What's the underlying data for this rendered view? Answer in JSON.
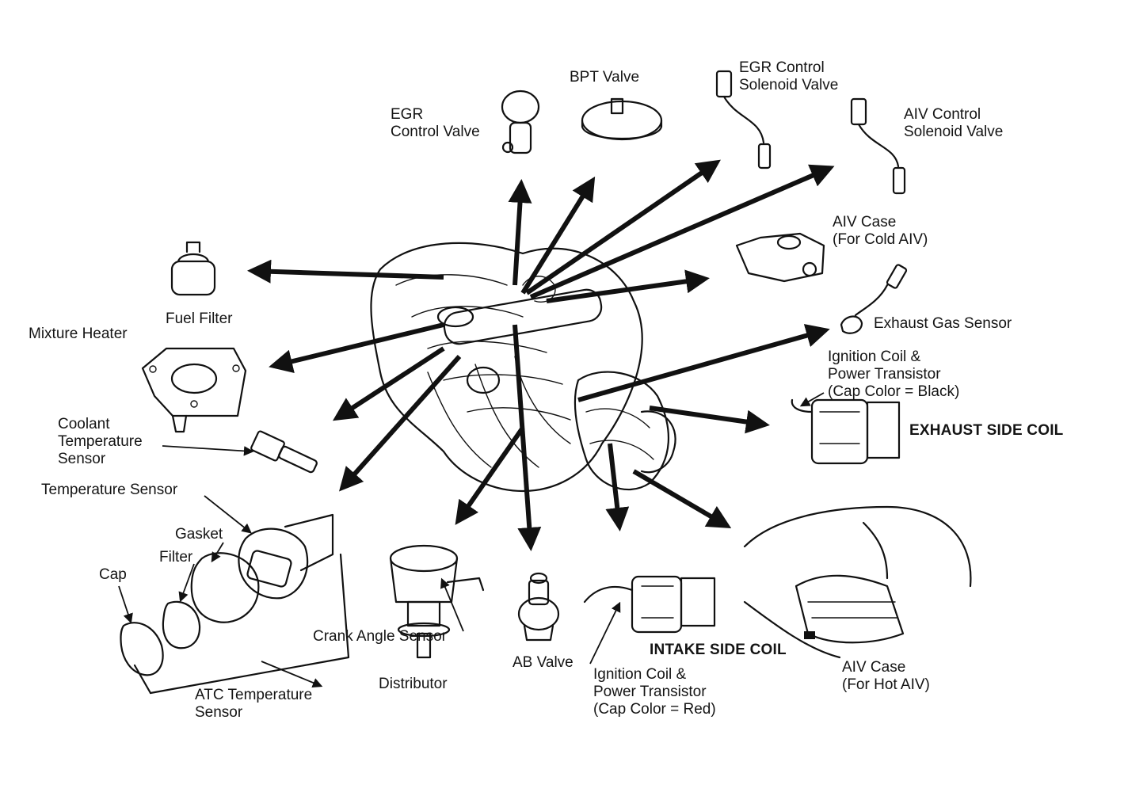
{
  "labels": {
    "bpt_valve": "BPT Valve",
    "egr_control_valve": "EGR\nControl Valve",
    "egr_control_solenoid": "EGR Control\nSolenoid Valve",
    "aiv_control_solenoid": "AIV Control\nSolenoid Valve",
    "aiv_case_cold": "AIV Case\n(For Cold AIV)",
    "fuel_filter": "Fuel Filter",
    "mixture_heater": "Mixture Heater",
    "exhaust_gas_sensor": "Exhaust Gas Sensor",
    "ignition_coil_black": "Ignition Coil &\nPower Transistor\n(Cap Color = Black)",
    "exhaust_side_coil": "EXHAUST SIDE COIL",
    "coolant_temp_sensor": "Coolant\nTemperature\nSensor",
    "temperature_sensor": "Temperature Sensor",
    "gasket": "Gasket",
    "filter": "Filter",
    "cap": "Cap",
    "crank_angle_sensor": "Crank Angle Sensor",
    "distributor": "Distributor",
    "ab_valve": "AB Valve",
    "ignition_coil_red": "Ignition Coil &\nPower Transistor\n(Cap Color = Red)",
    "intake_side_coil": "INTAKE SIDE COIL",
    "aiv_case_hot": "AIV Case\n(For Hot AIV)",
    "atc_temperature_sensor": "ATC Temperature\nSensor"
  }
}
